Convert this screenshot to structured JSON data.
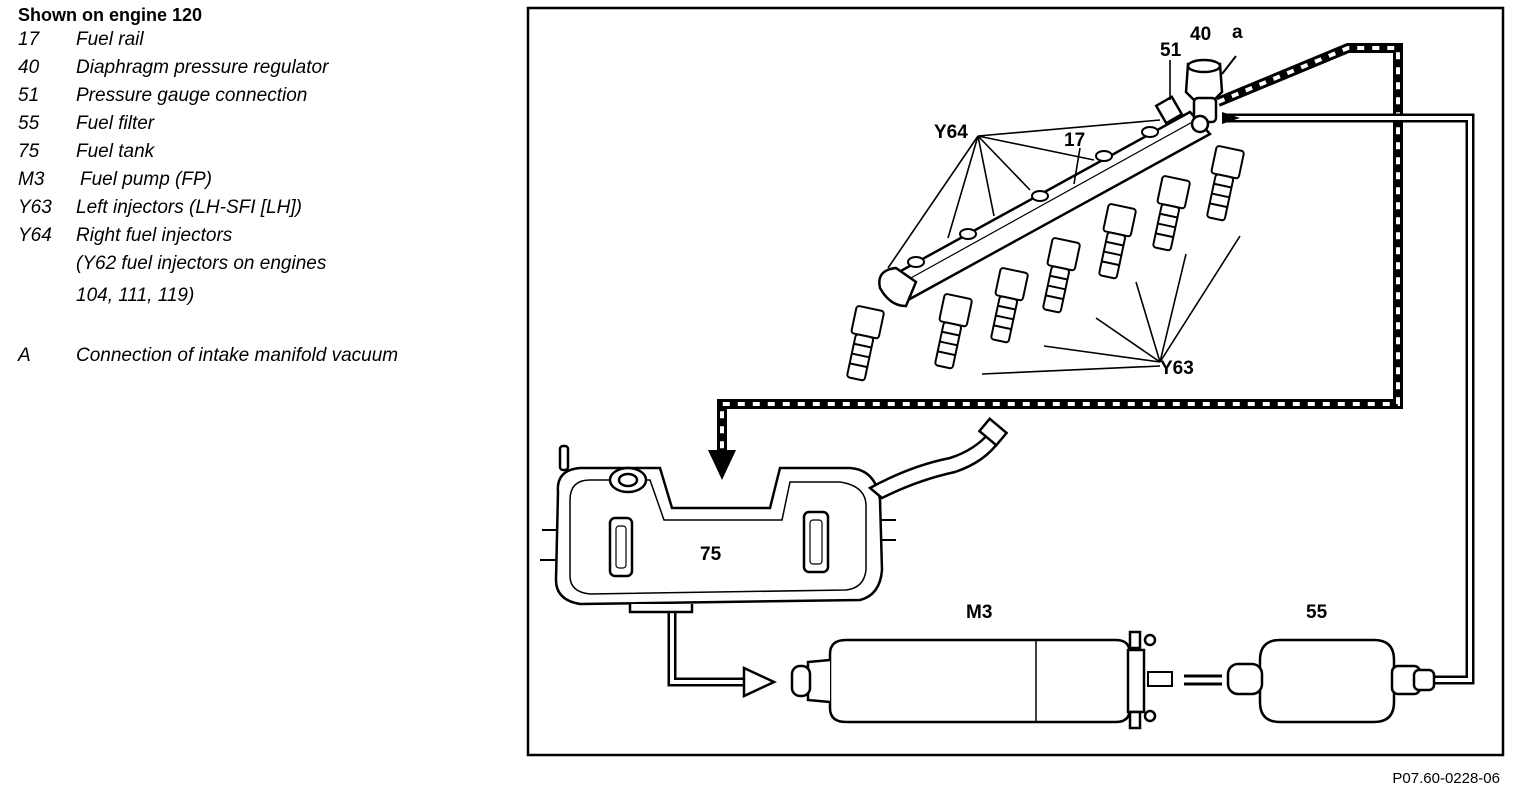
{
  "legend": {
    "title": "Shown on engine 120",
    "items": [
      {
        "code": "17",
        "desc": "Fuel rail"
      },
      {
        "code": "40",
        "desc": "Diaphragm pressure regulator"
      },
      {
        "code": "51",
        "desc": "Pressure gauge connection"
      },
      {
        "code": "55",
        "desc": "Fuel filter"
      },
      {
        "code": "75",
        "desc": "Fuel tank"
      },
      {
        "code": "M3",
        "desc": "Fuel pump (FP)"
      },
      {
        "code": "Y63",
        "desc": "Left injectors (LH-SFI [LH])"
      },
      {
        "code": "Y64",
        "desc": "Right fuel injectors"
      }
    ],
    "continuation": [
      "(Y62 fuel injectors on engines",
      "104, 111, 119)"
    ],
    "note": {
      "code": "A",
      "desc": "Connection of intake manifold vacuum"
    }
  },
  "diagram_labels": {
    "fuel_rail": "17",
    "regulator": "40",
    "gauge": "51",
    "vacuum": "a",
    "right_injectors": "Y64",
    "left_injectors": "Y63",
    "tank": "75",
    "pump": "M3",
    "filter": "55"
  },
  "figure_code": "P07.60-0228-06"
}
